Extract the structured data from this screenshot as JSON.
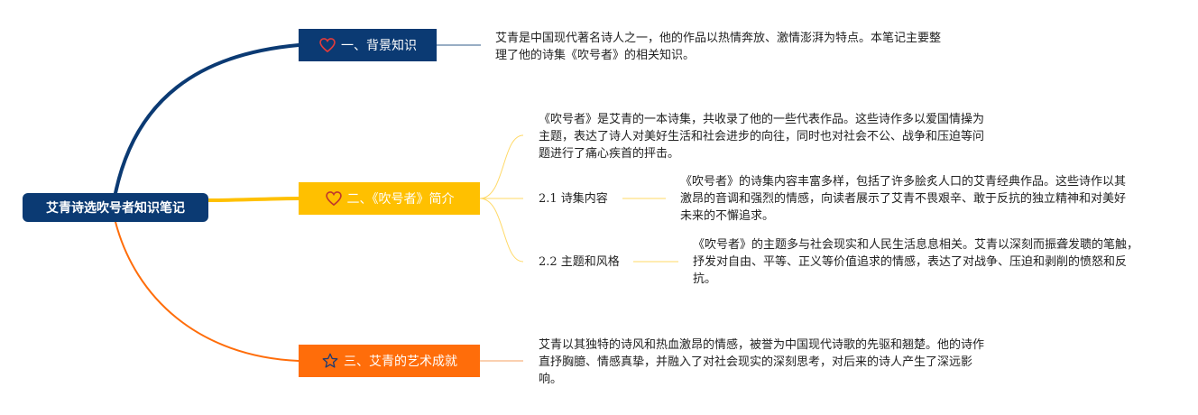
{
  "colors": {
    "root": "#0b3a73",
    "branch_1": "#0b3a73",
    "branch_2": "#ffc000",
    "branch_3": "#ff6d0a",
    "branch_2_thin_line": "#ffd966",
    "branch_1_thin_line": "#5b7ea1",
    "branch_3_thin_line": "#f4a261"
  },
  "root": {
    "title": "艾青诗选吹号者知识笔记"
  },
  "branches": [
    {
      "icon": "heart-icon",
      "label": "一、背景知识",
      "text": "艾青是中国现代著名诗人之一，他的作品以热情奔放、激情澎湃为特点。本笔记主要整理了他的诗集《吹号者》的相关知识。"
    },
    {
      "icon": "heart-icon",
      "label": "二、《吹号者》简介",
      "intro": "《吹号者》是艾青的一本诗集，共收录了他的一些代表作品。这些诗作多以爱国情操为主题，表达了诗人对美好生活和社会进步的向往，同时也对社会不公、战争和压迫等问题进行了痛心疾首的抨击。",
      "subs": [
        {
          "label": "2.1 诗集内容",
          "text": "《吹号者》的诗集内容丰富多样，包括了许多脍炙人口的艾青经典作品。这些诗作以其激昂的音调和强烈的情感，向读者展示了艾青不畏艰辛、敢于反抗的独立精神和对美好未来的不懈追求。"
        },
        {
          "label": "2.2 主题和风格",
          "text": "《吹号者》的主题多与社会现实和人民生活息息相关。艾青以深刻而振聋发聩的笔触，抒发对自由、平等、正义等价值追求的情感，表达了对战争、压迫和剥削的愤怒和反抗。"
        }
      ]
    },
    {
      "icon": "star-icon",
      "label": "三、艾青的艺术成就",
      "text": "艾青以其独特的诗风和热血激昂的情感，被誉为中国现代诗歌的先驱和翘楚。他的诗作直抒胸臆、情感真挚，并融入了对社会现实的深刻思考，对后来的诗人产生了深远影响。"
    }
  ]
}
